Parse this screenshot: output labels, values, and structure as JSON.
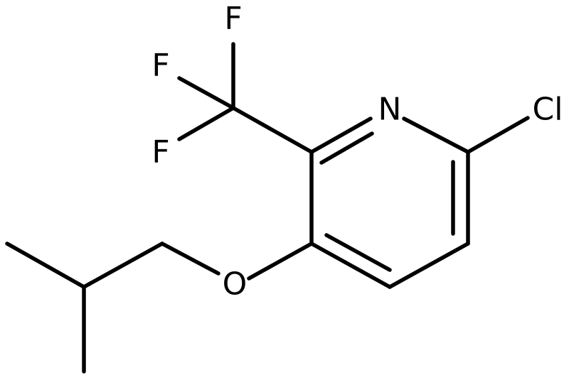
{
  "molecule": {
    "atoms": {
      "N": "N",
      "Cl": "Cl",
      "O": "O",
      "F1": "F",
      "F2": "F",
      "F3": "F"
    }
  },
  "colors": {
    "bond": "#000000",
    "label": "#000000",
    "background": "#ffffff"
  }
}
